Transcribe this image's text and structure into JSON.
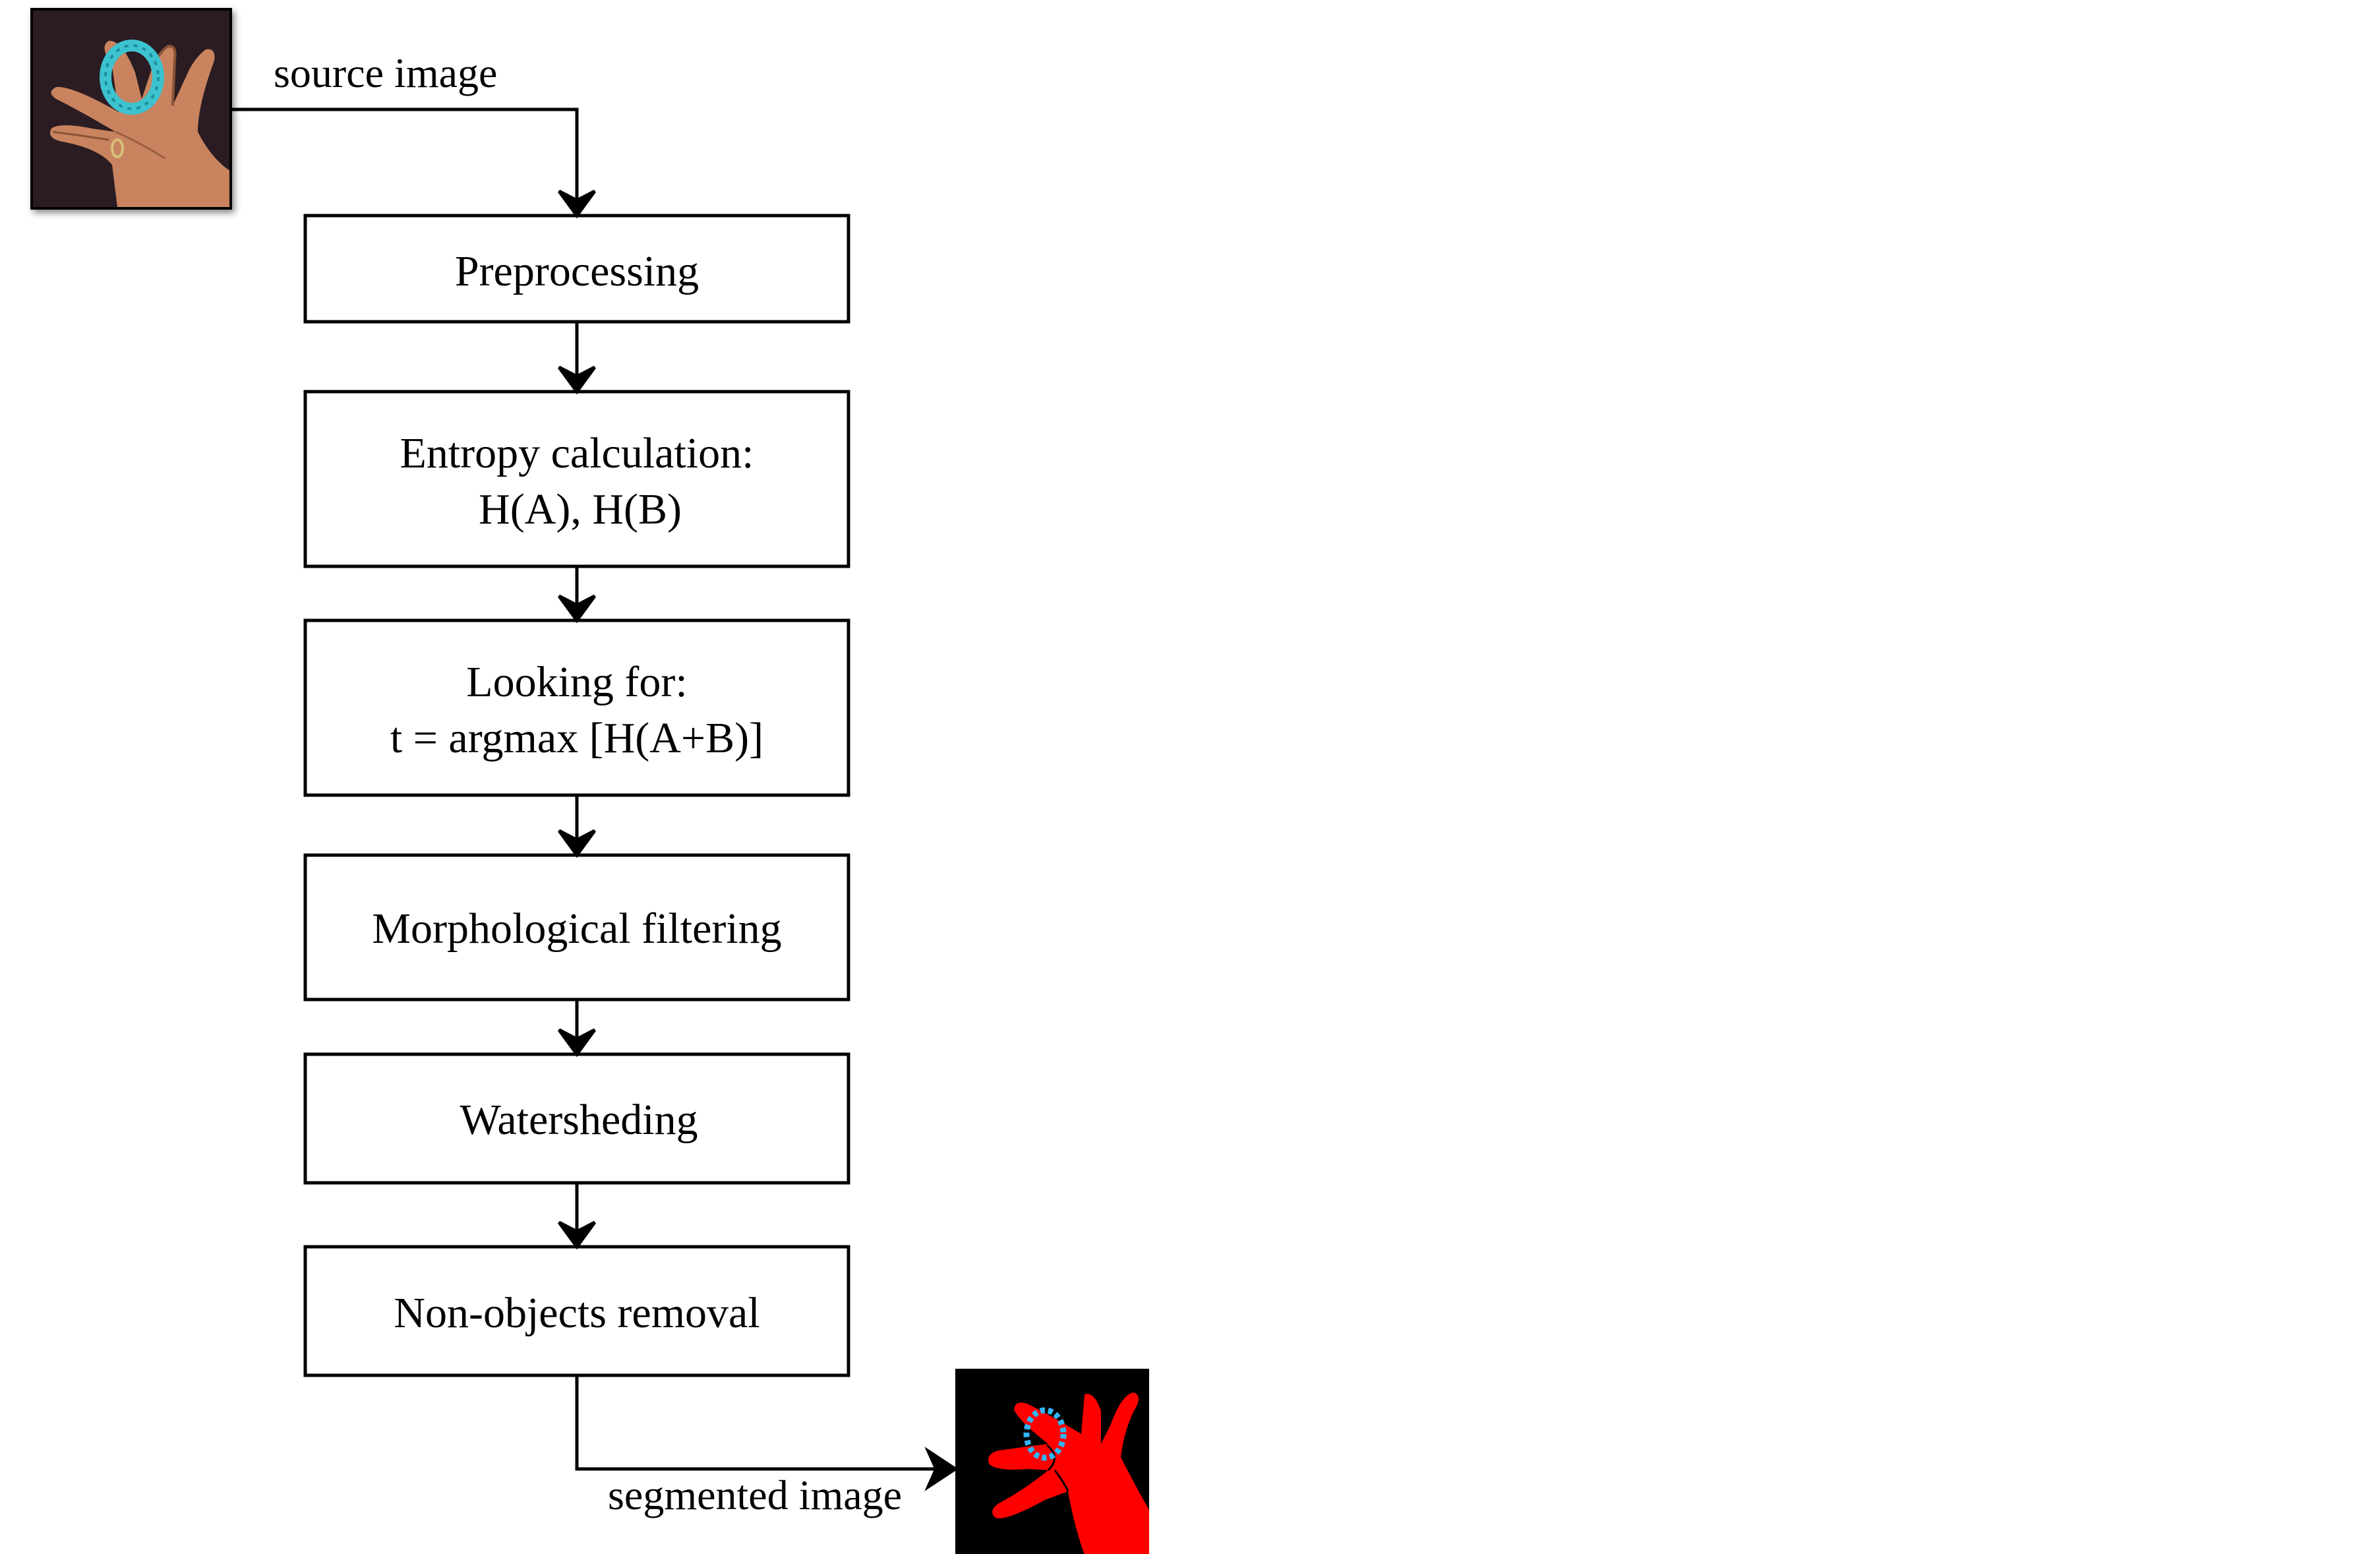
{
  "diagram": {
    "source_label": "source image",
    "output_label": "segmented image",
    "steps": [
      {
        "lines": [
          "Preprocessing"
        ]
      },
      {
        "lines": [
          "Entropy calculation:",
          "H(A), H(B)"
        ]
      },
      {
        "lines": [
          "Looking for:",
          "t = argmax [H(A+B)]"
        ]
      },
      {
        "lines": [
          "Morphological filtering"
        ]
      },
      {
        "lines": [
          "Watersheding"
        ]
      },
      {
        "lines": [
          "Non-objects removal"
        ]
      }
    ]
  },
  "colors": {
    "stroke": "#000000",
    "source_background": "#2a1f22",
    "skin": "#c9835e",
    "ring": "#3ec2cf",
    "output_background": "#000000",
    "segment_red": "#ff0000",
    "segment_blue": "#2fb6ff"
  },
  "images": {
    "source_icon": "hand-with-ring-photo",
    "output_icon": "segmented-hand-mask"
  }
}
